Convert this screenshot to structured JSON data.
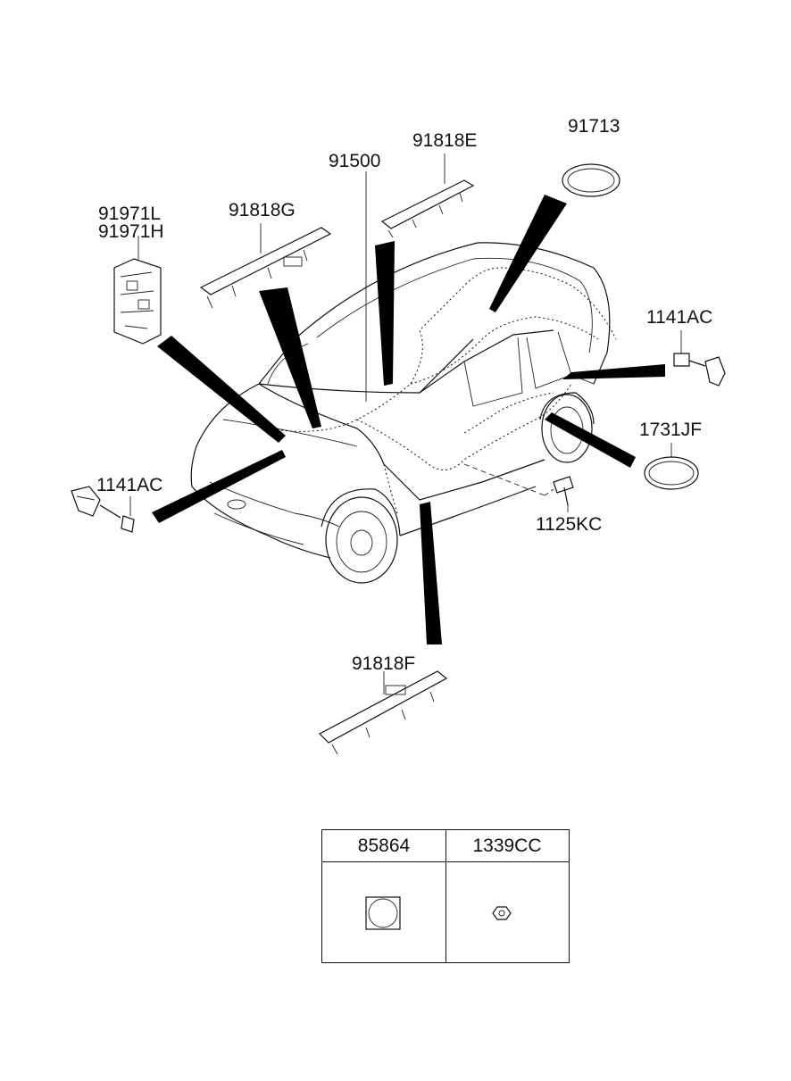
{
  "callouts": {
    "p91971L": "91971L",
    "p91971H": "91971H",
    "p91818G": "91818G",
    "p91500": "91500",
    "p91818E": "91818E",
    "p91713": "91713",
    "p1141AC_right": "1141AC",
    "p1731JF": "1731JF",
    "p1125KC": "1125KC",
    "p1141AC_left": "1141AC",
    "p91818F": "91818F"
  },
  "table": {
    "col1_header": "85864",
    "col2_header": "1339CC"
  }
}
